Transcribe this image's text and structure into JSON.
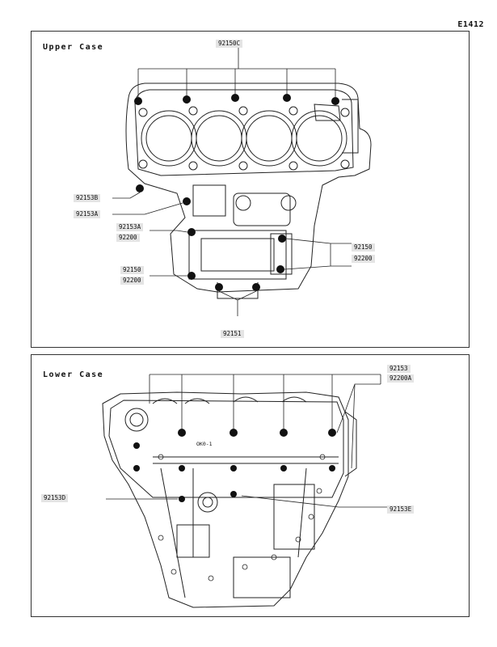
{
  "page_code": "E1412",
  "upper": {
    "title": "Upper Case",
    "labels": {
      "top": "92150C",
      "l1": "92153B",
      "l2": "92153A",
      "l3": "92153A",
      "l4": "92200",
      "l5": "92150",
      "l6": "92200",
      "r1": "92150",
      "r2": "92200",
      "bottom": "92151"
    }
  },
  "lower": {
    "title": "Lower Case",
    "labels": {
      "r1": "92153",
      "r2": "92200A",
      "left": "92153D",
      "right": "92153E"
    },
    "stamp": "OK0-1"
  }
}
